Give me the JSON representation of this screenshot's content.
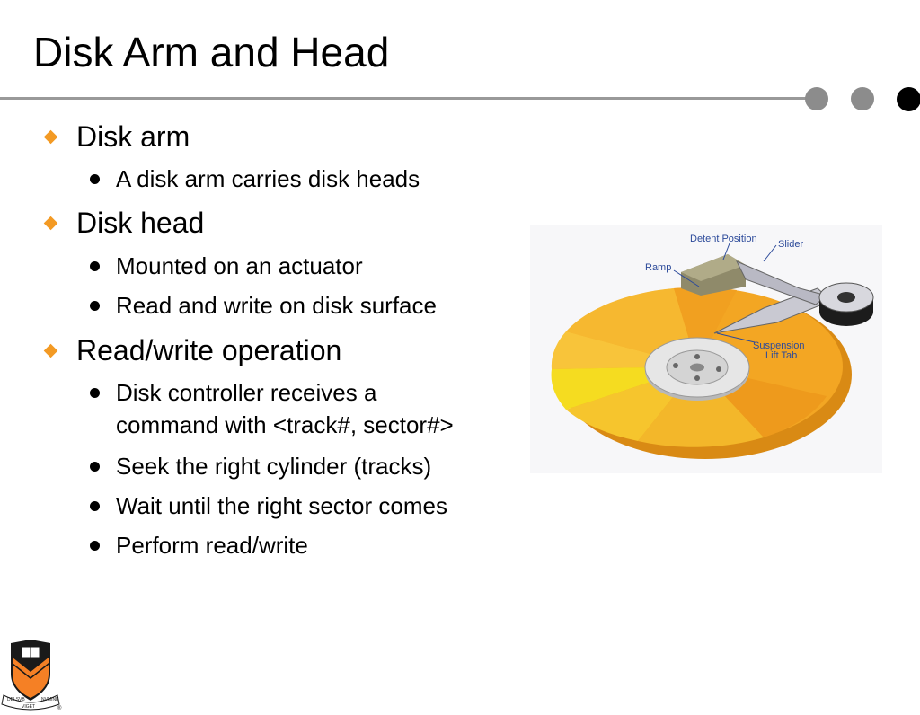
{
  "slide": {
    "title": "Disk Arm and Head"
  },
  "bullets": [
    {
      "text": "Disk arm",
      "sub": [
        "A disk arm carries disk heads"
      ]
    },
    {
      "text": "Disk head",
      "sub": [
        "Mounted on an actuator",
        "Read and write on disk surface"
      ]
    },
    {
      "text": "Read/write operation",
      "sub": [
        "Disk controller receives a",
        "command with <track#, sector#>",
        "Seek the right cylinder (tracks)",
        "Wait until the right sector comes",
        "Perform read/write"
      ]
    }
  ],
  "figure": {
    "labels": {
      "detent": "Detent Position",
      "slider": "Slider",
      "ramp": "Ramp",
      "suspension": "Suspension",
      "lift_tab": "Lift Tab"
    }
  },
  "logo": {
    "motto_left": "DEI SVB",
    "motto_right": "NVMINE",
    "motto_bottom": "VIGET"
  },
  "colors": {
    "accent": "#f39a24",
    "rule": "#999999",
    "dot_gray": "#8c8c8c",
    "label_blue": "#2c4a9a"
  }
}
